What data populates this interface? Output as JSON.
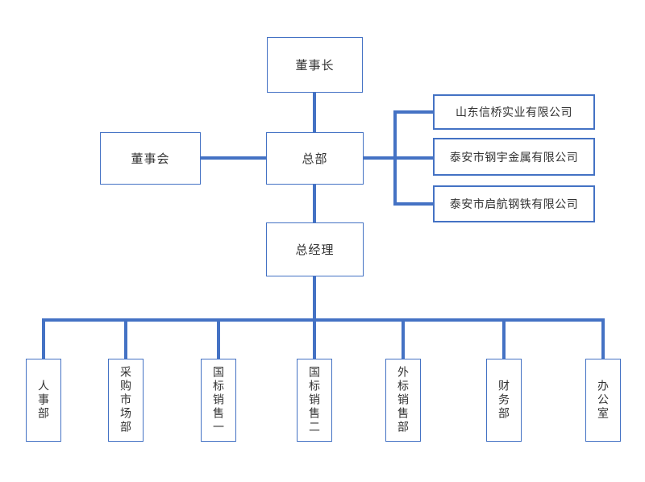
{
  "org": {
    "chairman": "董事长",
    "board": "董事会",
    "headquarters": "总部",
    "general_manager": "总经理",
    "companies": [
      {
        "label": "山东信桥实业有限公司"
      },
      {
        "label": "泰安市钢宇金属有限公司"
      },
      {
        "label": "泰安市启航钢铁有限公司"
      }
    ],
    "departments": [
      {
        "label": "人事部"
      },
      {
        "label": "采购市场部"
      },
      {
        "label": "国标销售一"
      },
      {
        "label": "国标销售二"
      },
      {
        "label": "外标销售部"
      },
      {
        "label": "财务部"
      },
      {
        "label": "办公室"
      }
    ]
  },
  "diagram": {
    "type": "org-chart",
    "edges": [
      {
        "from": "董事长",
        "to": "总部"
      },
      {
        "from": "董事会",
        "to": "总部"
      },
      {
        "from": "总部",
        "to": "山东信桥实业有限公司"
      },
      {
        "from": "总部",
        "to": "泰安市钢宇金属有限公司"
      },
      {
        "from": "总部",
        "to": "泰安市启航钢铁有限公司"
      },
      {
        "from": "总部",
        "to": "总经理"
      },
      {
        "from": "总经理",
        "to": "人事部"
      },
      {
        "from": "总经理",
        "to": "采购市场部"
      },
      {
        "from": "总经理",
        "to": "国标销售一"
      },
      {
        "from": "总经理",
        "to": "国标销售二"
      },
      {
        "from": "总经理",
        "to": "外标销售部"
      },
      {
        "from": "总经理",
        "to": "财务部"
      },
      {
        "from": "总经理",
        "to": "办公室"
      }
    ]
  },
  "colors": {
    "accent": "#4472C4",
    "text": "#333333",
    "background": "#FFFFFF"
  }
}
